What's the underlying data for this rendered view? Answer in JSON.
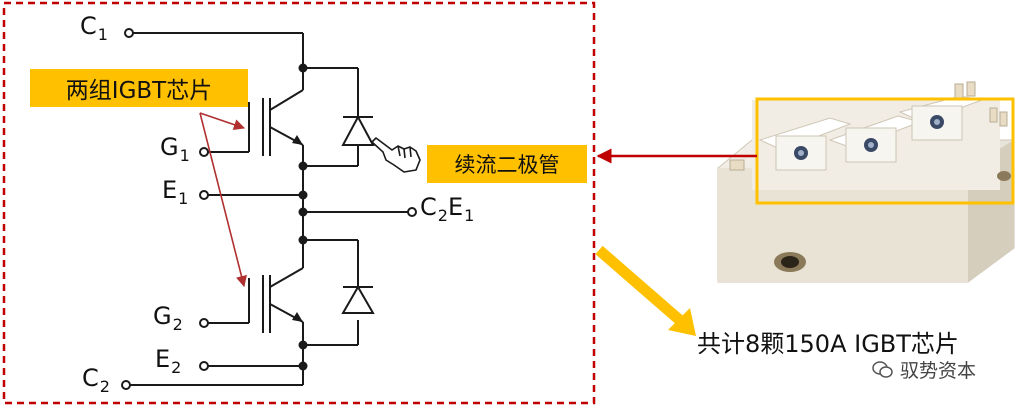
{
  "circuit": {
    "terminals": {
      "c1": {
        "main": "C",
        "sub": "1"
      },
      "g1": {
        "main": "G",
        "sub": "1"
      },
      "e1": {
        "main": "E",
        "sub": "1"
      },
      "c2e1": {
        "main1": "C",
        "sub1": "2",
        "main2": "E",
        "sub2": "1"
      },
      "g2": {
        "main": "G",
        "sub": "2"
      },
      "e2": {
        "main": "E",
        "sub": "2"
      },
      "c2": {
        "main": "C",
        "sub": "2"
      }
    },
    "callouts": {
      "igbt_chips": "两组IGBT芯片",
      "freewheel_diode": "续流二极管"
    }
  },
  "module": {
    "caption": "共计8颗150A IGBT芯片"
  },
  "watermark": "驭势资本",
  "colors": {
    "dashed_border": "#C00000",
    "callout_bg": "#FFC000",
    "arrow_red": "#C00000",
    "arrow_gold": "#FFC000",
    "highlight_box": "#FFC000",
    "wire": "#1a1a1a"
  }
}
